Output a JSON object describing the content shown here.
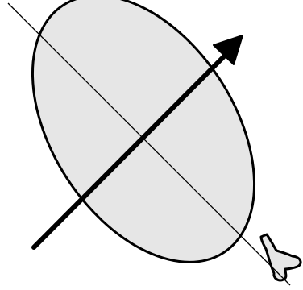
{
  "diagram": {
    "colors": {
      "background": "#ffffff",
      "balloon_fill": "#e6e6e6",
      "stroke": "#000000"
    },
    "elements": [
      {
        "name": "balloon-body",
        "kind": "ellipse"
      },
      {
        "name": "balloon-neck",
        "kind": "knot"
      },
      {
        "name": "long-axis-line",
        "kind": "line"
      },
      {
        "name": "direction-arrow",
        "kind": "arrow"
      }
    ]
  }
}
